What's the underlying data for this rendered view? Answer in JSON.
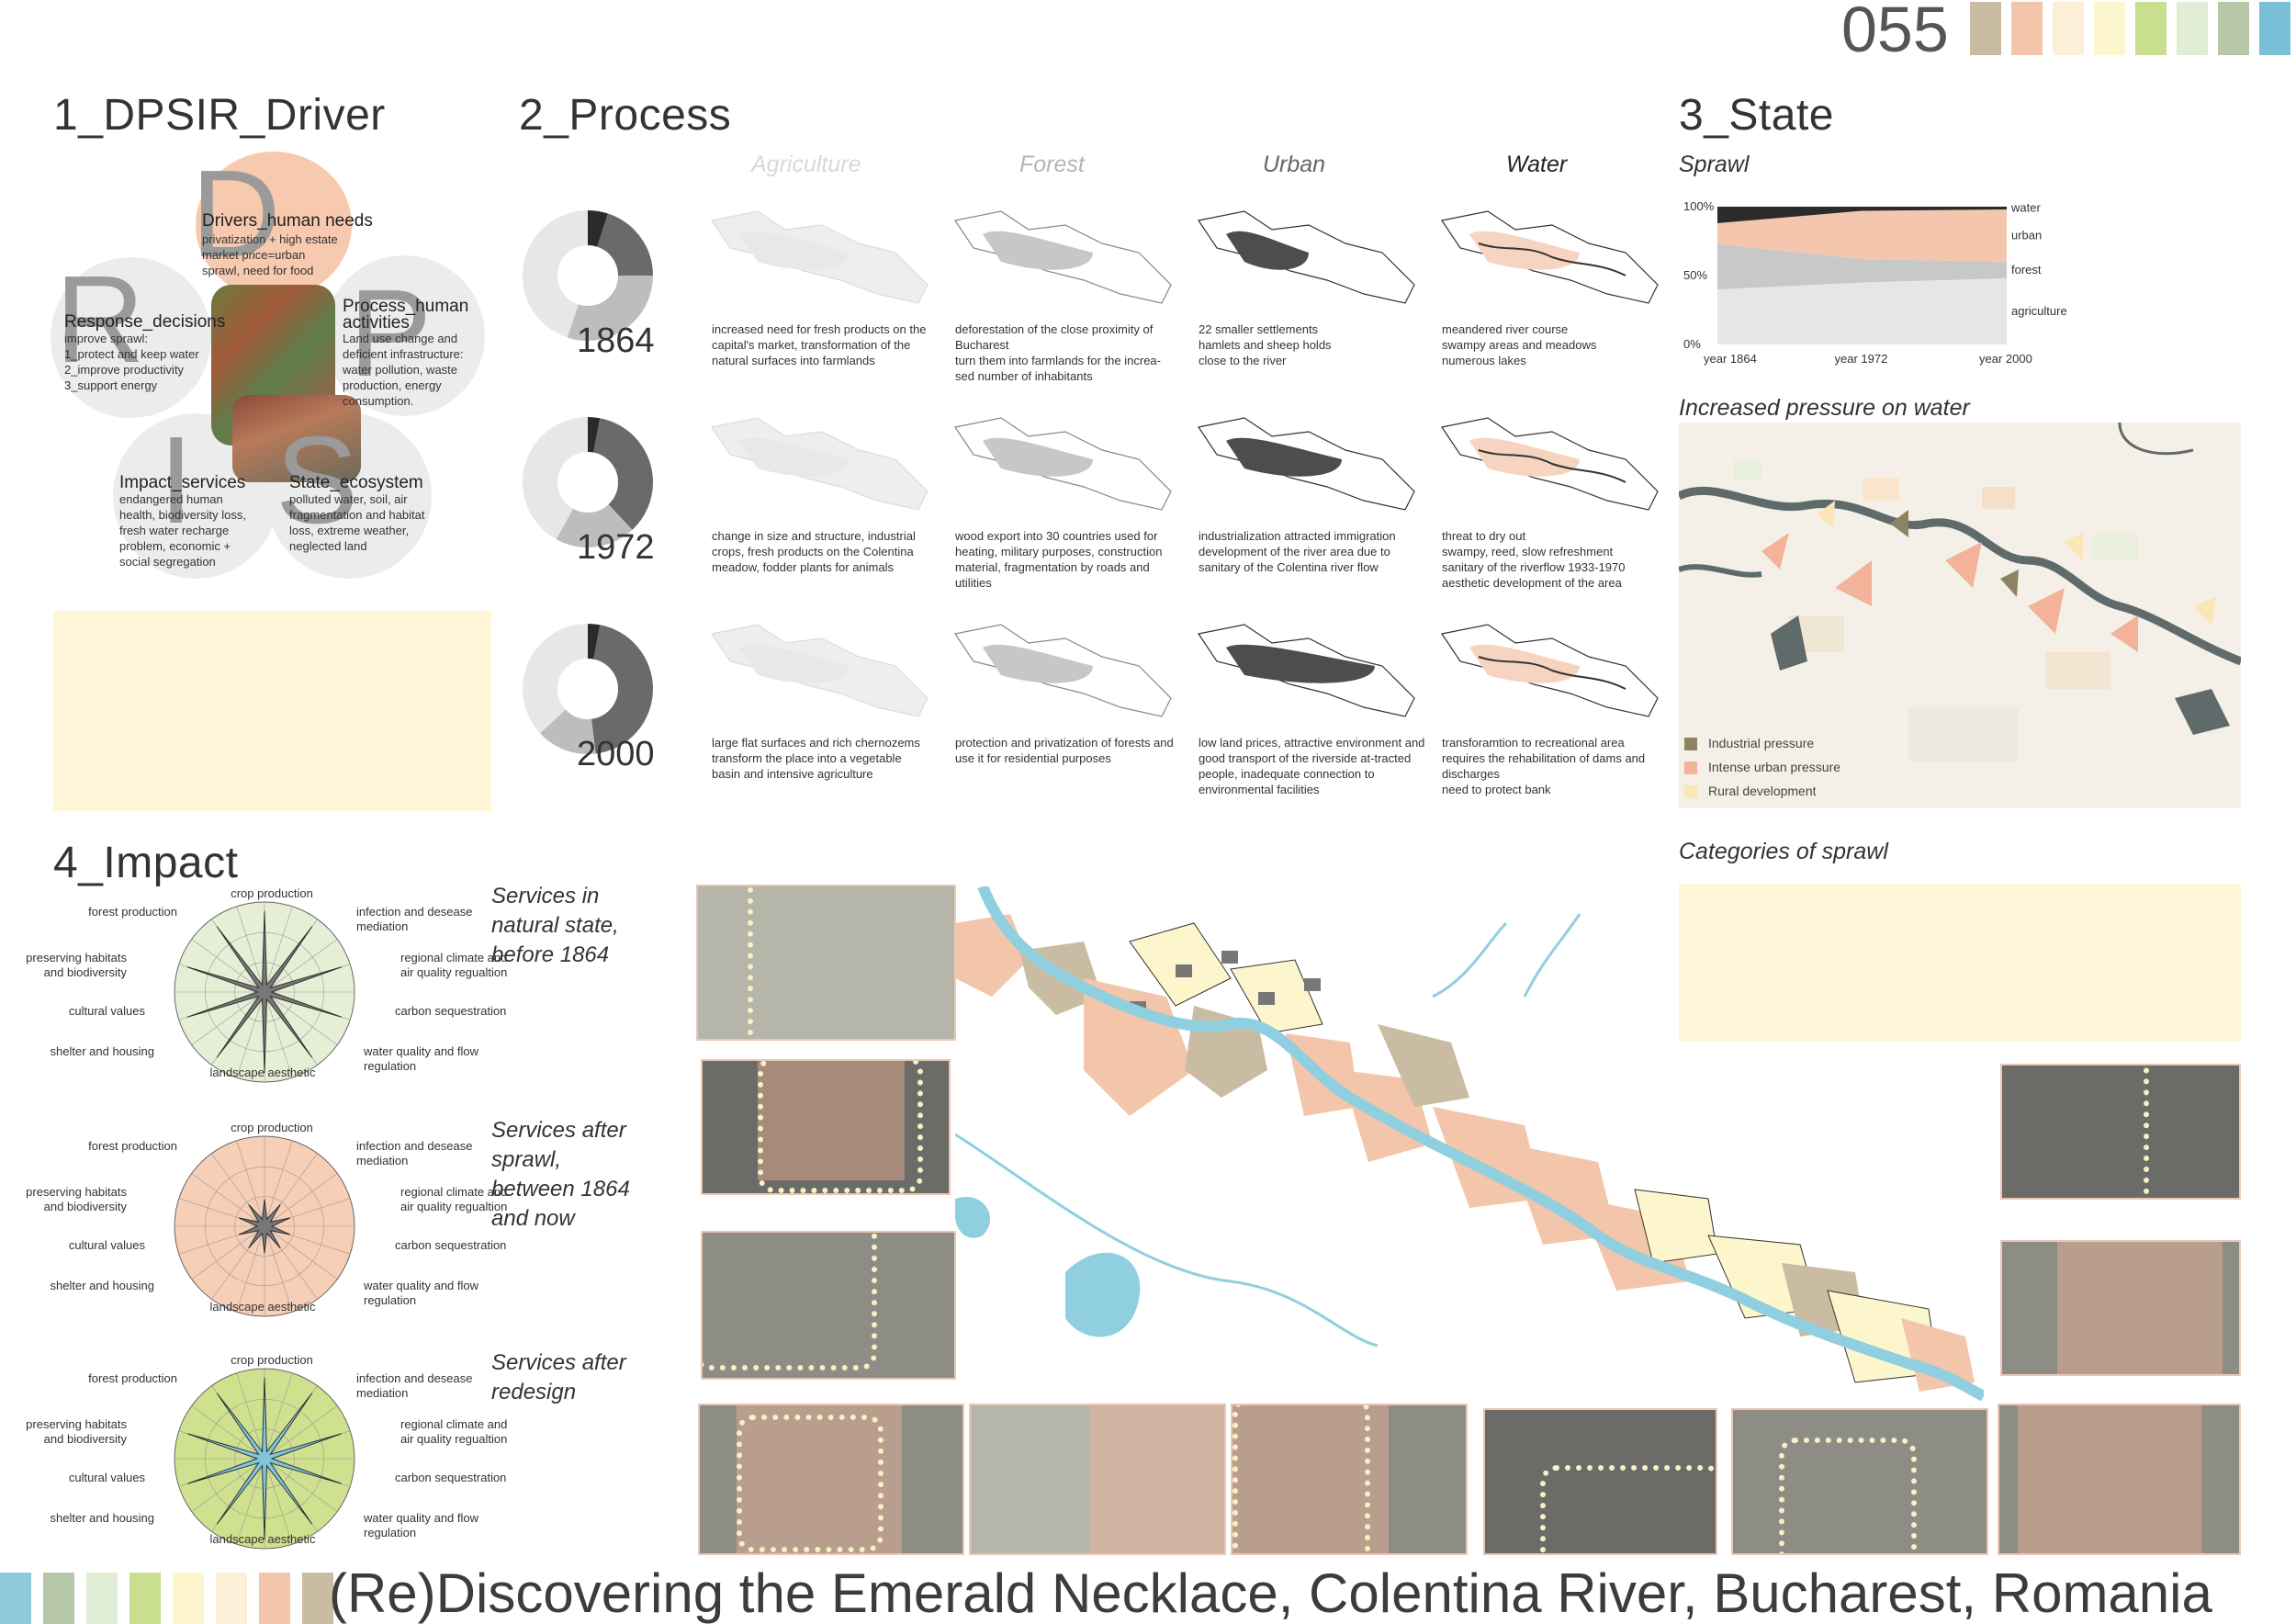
{
  "page_number": "055",
  "header_swatches": [
    "#c9bca2",
    "#f3c5ab",
    "#fdeed8",
    "#fdf6cc",
    "#c9de8e",
    "#e0ecd3",
    "#b7c8a8",
    "#79bfd6"
  ],
  "footer_swatches": [
    "#8fc9dc",
    "#b7c8a8",
    "#e0ecd3",
    "#c9de8e",
    "#fdf6cc",
    "#fdeed8",
    "#f3c5ab",
    "#c9bca2"
  ],
  "title": "(Re)Discovering the Emerald Necklace, Colentina River, Bucharest, Romania",
  "driver": {
    "heading": "1_DPSIR_Driver",
    "letters": [
      "D",
      "P",
      "S",
      "I",
      "R"
    ],
    "drivers_title": "Drivers_human needs",
    "drivers_text": "privatization + high estate market price=urban sprawl, need for food",
    "process_title": "Process_human activities",
    "process_text": "Land use change and deficient infrastructure: water pollution, waste production, energy consumption.",
    "response_title": "Response_decisions",
    "response_text": "improve sprawl:\n1_protect and keep water\n2_improve productivity\n3_support energy",
    "impact_title": "Impact_services",
    "impact_text": "endangered human health, biodiversity loss, fresh water recharge problem, economic + social segregation",
    "state_title": "State_ecosystem",
    "state_text": "polluted water, soil, air fragmentation and habitat loss, extreme weather, neglected land"
  },
  "process": {
    "heading": "2_Process",
    "categories": [
      "Agriculture",
      "Forest",
      "Urban",
      "Water"
    ],
    "rows": [
      {
        "year": "1864",
        "shares": {
          "water": 0.05,
          "urban": 0.2,
          "forest": 0.3,
          "agriculture": 0.45
        },
        "texts": [
          "increased need for fresh products on the capital's market, transformation of the natural surfaces into farmlands",
          "deforestation of the close proximity of Bucharest\nturn them into farmlands for the increa-sed number of inhabitants",
          "22 smaller settlements\nhamlets and sheep holds\nclose to the river",
          "meandered river course\nswampy areas and meadows\nnumerous lakes"
        ]
      },
      {
        "year": "1972",
        "shares": {
          "water": 0.03,
          "urban": 0.35,
          "forest": 0.2,
          "agriculture": 0.42
        },
        "texts": [
          "change in size and structure, industrial crops, fresh products on the Colentina meadow, fodder plants for animals",
          "wood export into 30 countries used for heating, military purposes, construction material, fragmentation by roads and utilities",
          "industrialization attracted immigration\ndevelopment of the river area due to sanitary of the Colentina river flow",
          "threat to dry out\nswampy, reed, slow refreshment\nsanitary of the riverflow 1933-1970\naesthetic development of the area"
        ]
      },
      {
        "year": "2000",
        "shares": {
          "water": 0.03,
          "urban": 0.45,
          "forest": 0.15,
          "agriculture": 0.37
        },
        "texts": [
          "large flat surfaces and rich chernozems transform the place into a vegetable basin and intensive agriculture",
          "protection and privatization of forests and use it for residential purposes",
          "low land prices, attractive environment and good transport of the riverside at-tracted people, inadequate connection to environmental facilities",
          "transforamtion to recreational area requires the rehabilitation of dams and discharges\nneed to protect bank"
        ]
      }
    ]
  },
  "state": {
    "heading": "3_State",
    "sprawl_title": "Sprawl",
    "increased_title": "Increased pressure on water",
    "categories_title": "Categories of sprawl",
    "legend": [
      "Industrial pressure",
      "Intense urban pressure",
      "Rural development"
    ],
    "legend_colors": [
      "#8d8364",
      "#f3b39a",
      "#fbe6b6"
    ]
  },
  "chart_data": {
    "type": "area",
    "title": "Sprawl",
    "x": [
      "year 1864",
      "year 1972",
      "year 2000"
    ],
    "ylim": [
      0,
      100
    ],
    "yticks": [
      "0%",
      "50%",
      "100%"
    ],
    "series": [
      {
        "name": "agriculture",
        "color": "#e4e6e8",
        "values": [
          40,
          45,
          48
        ]
      },
      {
        "name": "forest",
        "color": "#c8c8c8",
        "values": [
          33,
          17,
          12
        ]
      },
      {
        "name": "urban",
        "color": "#f4c6ad",
        "values": [
          15,
          35,
          38
        ]
      },
      {
        "name": "water",
        "color": "#2b2b2b",
        "values": [
          12,
          3,
          2
        ]
      }
    ]
  },
  "impact": {
    "heading": "4_Impact",
    "services": [
      "crop production",
      "infection and desease mediation",
      "regional climate and air quality regualtion",
      "carbon sequestration",
      "water quality and flow regulation",
      "landscape aesthetic",
      "shelter and housing",
      "cultural values",
      "preserving habitats and biodiversity",
      "forest production"
    ],
    "captions": [
      "Services in natural state, before 1864",
      "Services after sprawl, between 1864 and now",
      "Services after redesign"
    ],
    "fills": [
      "#e6efd6",
      "#f7cfb6",
      "#cfe08e"
    ]
  }
}
